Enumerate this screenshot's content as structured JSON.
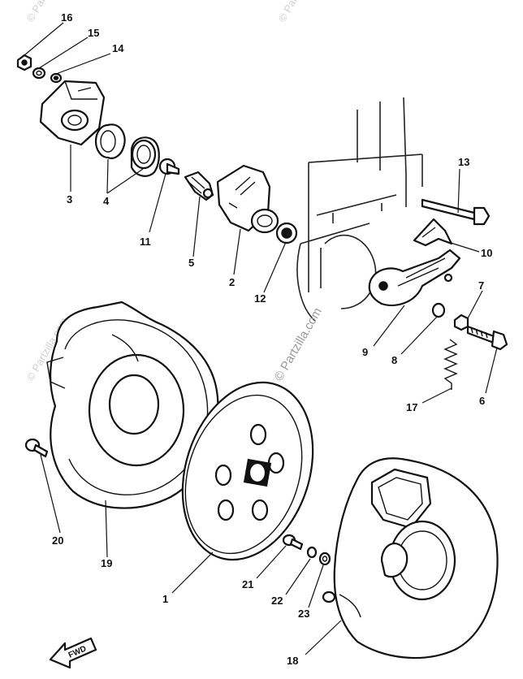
{
  "watermarks": {
    "center": "© Partzilla.com",
    "top_left": "© Partzilla.com",
    "top_right": "© Partzilla.com",
    "left_side": "© Partzilla.com"
  },
  "fwd_label": "FWD",
  "callouts": {
    "1": "1",
    "2": "2",
    "3": "3",
    "4": "4",
    "5": "5",
    "6": "6",
    "7": "7",
    "8": "8",
    "9": "9",
    "10": "10",
    "11": "11",
    "12": "12",
    "13": "13",
    "14": "14",
    "15": "15",
    "16": "16",
    "17": "17",
    "18": "18",
    "19": "19",
    "20": "20",
    "21": "21",
    "22": "22",
    "23": "23"
  }
}
